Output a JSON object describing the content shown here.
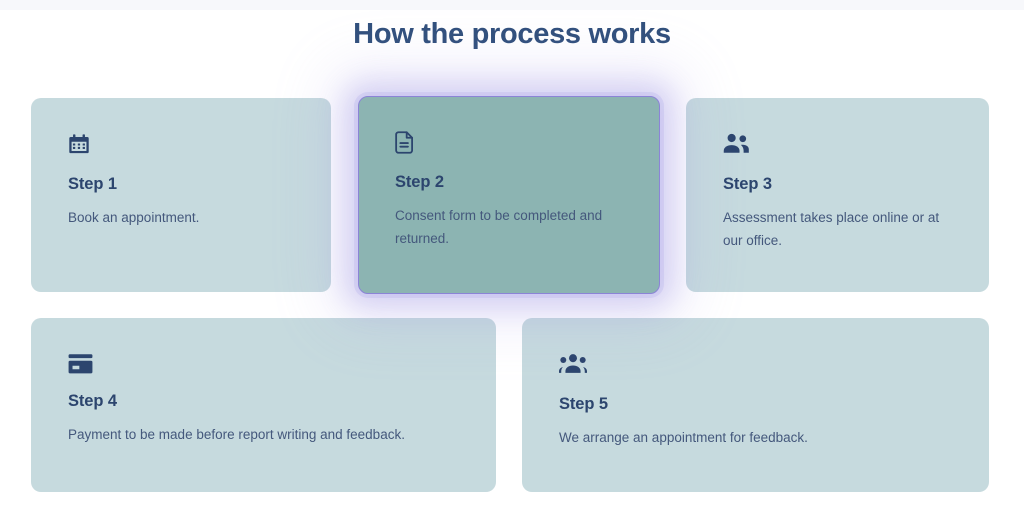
{
  "page": {
    "title": "How the process works",
    "title_color": "#31507c",
    "background": "#ffffff",
    "top_strip_color": "#f7f8fb"
  },
  "theme": {
    "card_bg": "#c6dade",
    "card_active_bg": "#8cb4b2",
    "card_active_border": "#8b84d6",
    "heading_color": "#2c456e",
    "body_color": "#44587c"
  },
  "steps": [
    {
      "id": "step-1",
      "title": "Step 1",
      "description": "Book an appointment.",
      "icon": "calendar-icon",
      "active": false,
      "row": 1
    },
    {
      "id": "step-2",
      "title": "Step 2",
      "description": "Consent form to be completed and returned.",
      "icon": "document-icon",
      "active": true,
      "row": 1
    },
    {
      "id": "step-3",
      "title": "Step 3",
      "description": "Assessment takes place online or at our office.",
      "icon": "people-two-icon",
      "active": false,
      "row": 1
    },
    {
      "id": "step-4",
      "title": "Step 4",
      "description": "Payment to be made before report writing and feedback.",
      "icon": "credit-card-icon",
      "active": false,
      "row": 2
    },
    {
      "id": "step-5",
      "title": "Step 5",
      "description": "We arrange an appointment for feedback.",
      "icon": "people-group-icon",
      "active": false,
      "row": 2
    }
  ]
}
